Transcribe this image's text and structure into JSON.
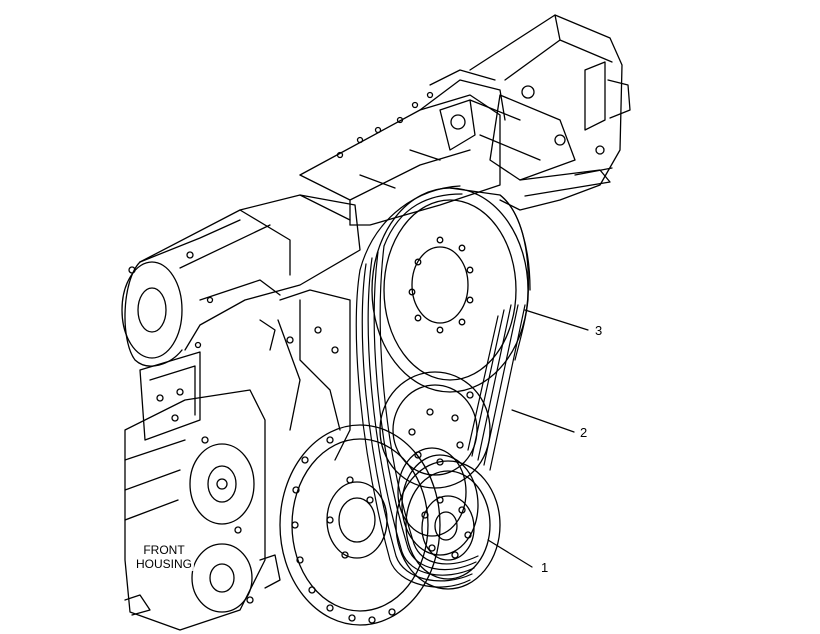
{
  "callouts": {
    "belt_label": "1",
    "pulley_label": "2",
    "upper_pulley_label": "3"
  },
  "housing_label": {
    "line1": "FRONT",
    "line2": "HOUSING"
  },
  "colors": {
    "line": "#000000",
    "background": "#ffffff"
  }
}
